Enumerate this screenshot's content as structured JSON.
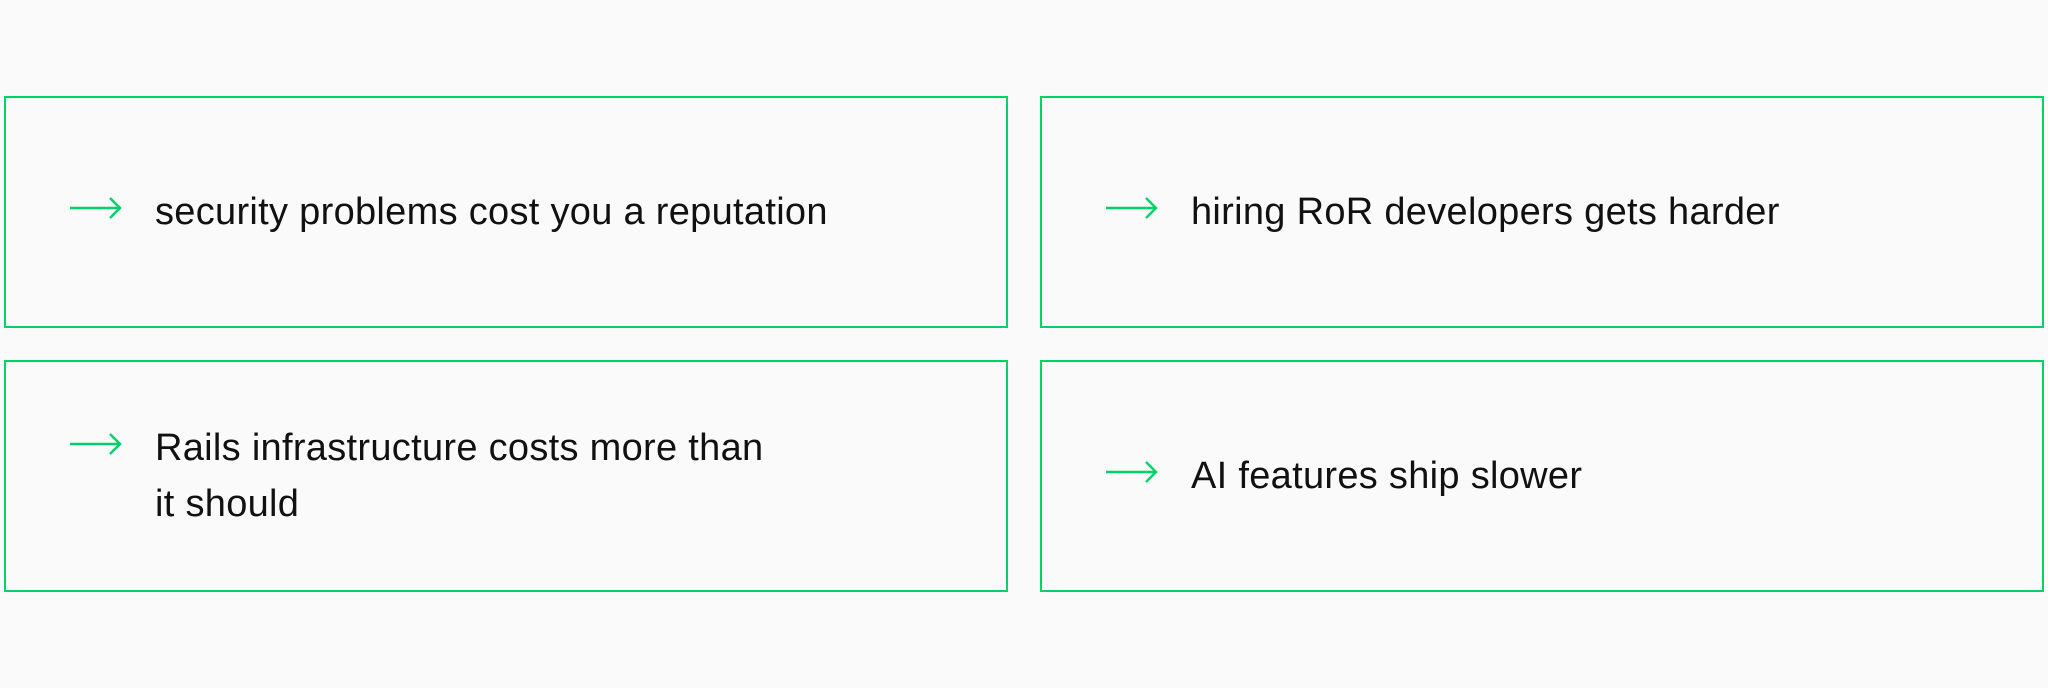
{
  "accent_color": "#00d26a",
  "cards": [
    {
      "icon": "arrow-right-icon",
      "text": "security problems cost you a reputation"
    },
    {
      "icon": "arrow-right-icon",
      "text": "hiring RoR developers gets harder"
    },
    {
      "icon": "arrow-right-icon",
      "text": "Rails infrastructure costs more than it should"
    },
    {
      "icon": "arrow-right-icon",
      "text": "AI features ship slower"
    }
  ]
}
